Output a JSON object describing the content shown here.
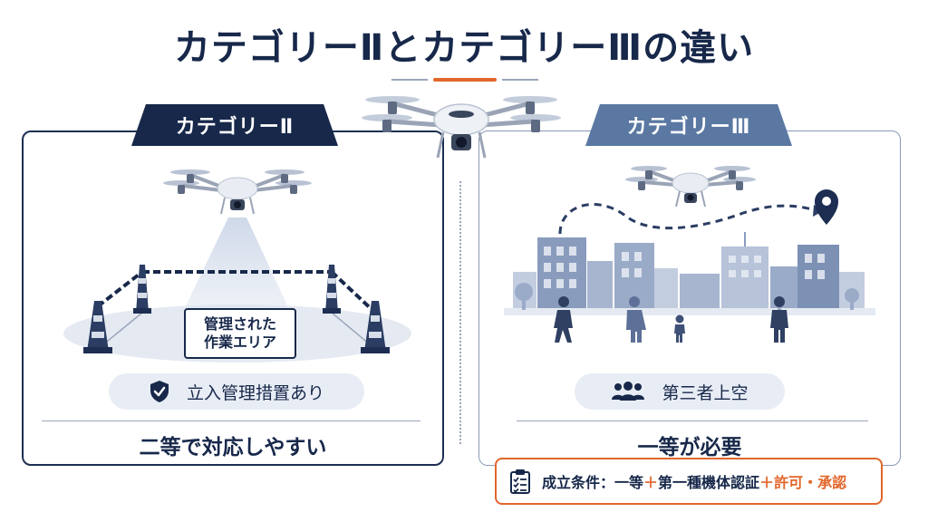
{
  "title": "カテゴリーⅡとカテゴリーⅢの違い",
  "left": {
    "tab": "カテゴリーⅡ",
    "area_line1": "管理された",
    "area_line2": "作業エリア",
    "pill_icon": "shield-check-icon",
    "pill_text": "立入管理措置あり",
    "conclusion": "二等で対応しやすい"
  },
  "right": {
    "tab": "カテゴリーⅢ",
    "pill_icon": "people-group-icon",
    "pill_text": "第三者上空",
    "conclusion": "一等が必要",
    "condition": {
      "icon": "clipboard-checklist-icon",
      "label": "成立条件：",
      "part1": "一等",
      "plus1": "＋",
      "part2": "第一種機体認証",
      "plus2": "＋",
      "part3": "許可・承認"
    }
  },
  "colors": {
    "navy": "#17284a",
    "steel_blue": "#5a78a2",
    "accent_orange": "#e2662b",
    "light_fill": "#e8edf5"
  }
}
